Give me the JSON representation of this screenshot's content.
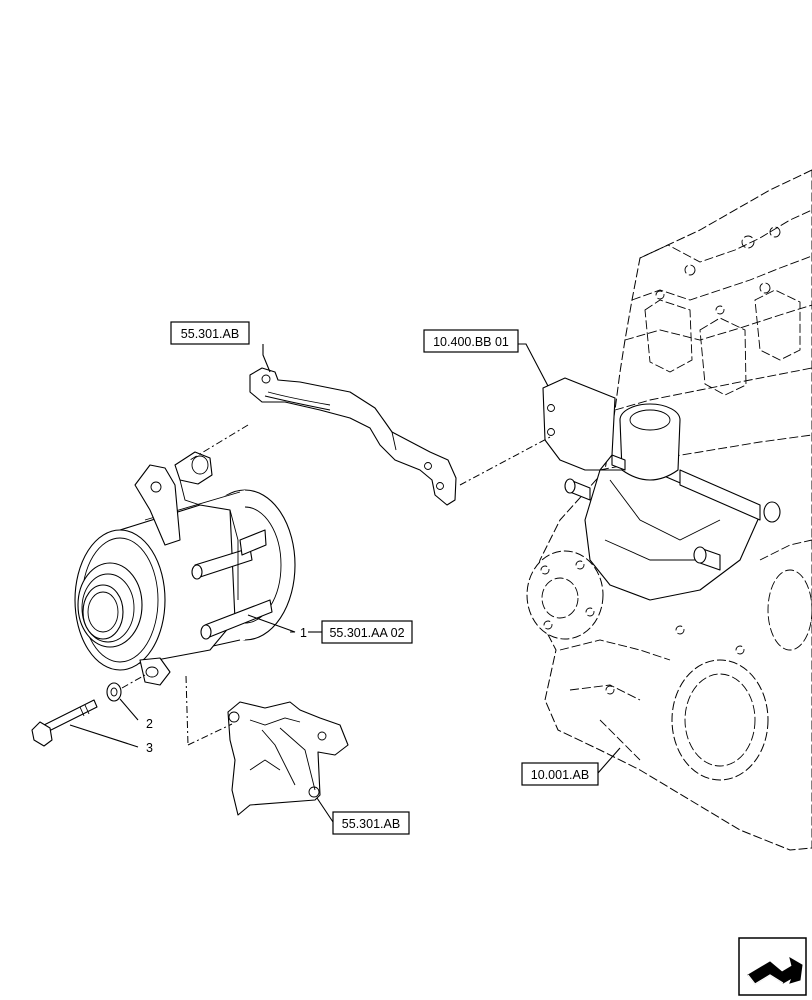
{
  "callouts": {
    "alternator_bracket_upper": "55.301.AB",
    "alternator": "55.301.AA 02",
    "alternator_bracket_lower": "55.301.AB",
    "water_pump": "10.400.BB 01",
    "engine_block": "10.001.AB"
  },
  "item_numbers": {
    "alternator": "1",
    "washer": "2",
    "bolt": "3"
  },
  "icons": {
    "nav": "next-page-arrow-icon"
  }
}
